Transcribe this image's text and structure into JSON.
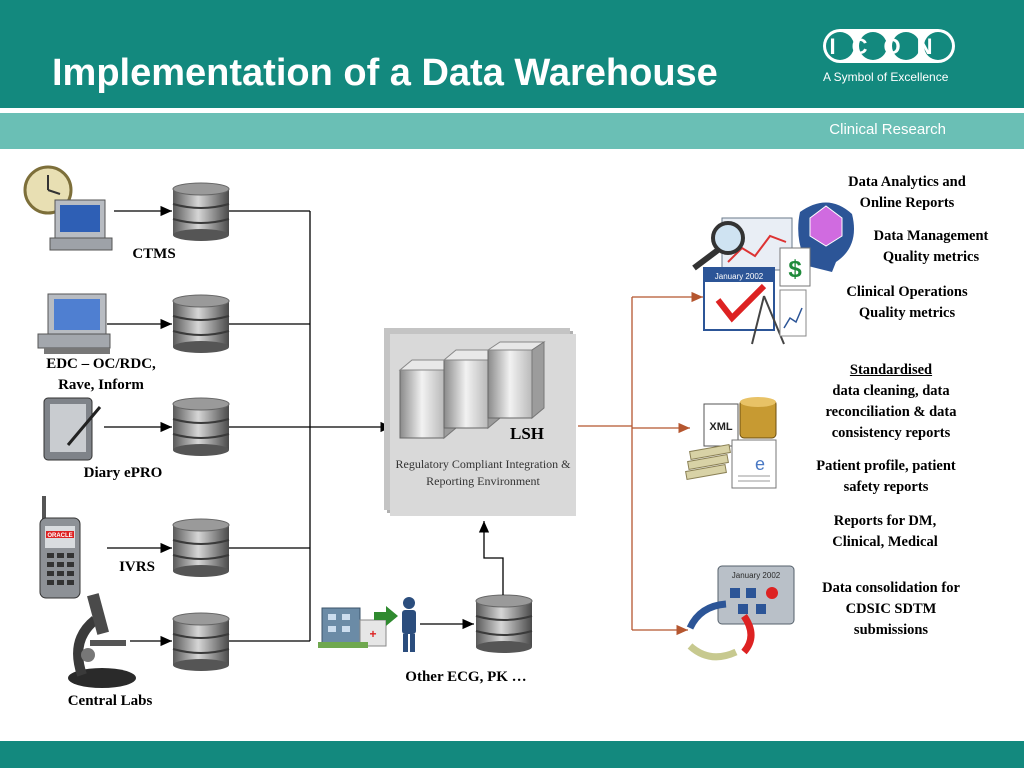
{
  "slide": {
    "title": "Implementation of a Data Warehouse",
    "subtitle_band": "Clinical Research",
    "logo": {
      "letters": "ICON",
      "tagline": "A Symbol of Excellence"
    }
  },
  "sources": [
    {
      "label": "CTMS",
      "icon": "clock-computer-icon"
    },
    {
      "label": "EDC – OC/RDC, Rave, Inform",
      "icon": "desktop-computer-icon"
    },
    {
      "label": "Diary ePRO",
      "icon": "tablet-pen-icon"
    },
    {
      "label": "IVRS",
      "icon": "mobile-phone-icon",
      "phone_brand": "ORACLE"
    },
    {
      "label": "Central Labs",
      "icon": "microscope-icon"
    }
  ],
  "hub": {
    "name": "LSH",
    "description": "Regulatory Compliant Integration & Reporting Environment"
  },
  "other_source": {
    "label": "Other ECG, PK …",
    "icon": "hospital-person-icon"
  },
  "outputs": {
    "analytics": {
      "items": [
        "Data Analytics and Online Reports",
        "Data Management Quality metrics",
        "Clinical Operations Quality metrics"
      ],
      "icon": "analytics-reports-icon",
      "calendar": "January 2002"
    },
    "standardised": {
      "heading": "Standardised",
      "items": [
        "data cleaning, data reconciliation & data consistency reports",
        "Patient profile, patient safety reports",
        "Reports for DM, Clinical, Medical"
      ],
      "icon": "xml-documents-icon",
      "xml": "XML"
    },
    "consolidation": {
      "items": [
        "Data consolidation for CDSIC SDTM submissions"
      ],
      "icon": "cycle-workflow-icon",
      "calendar": "January 2002"
    }
  },
  "colors": {
    "brand": "#13897e",
    "band": "#6abfb5",
    "arrow_out": "#b5562f"
  }
}
